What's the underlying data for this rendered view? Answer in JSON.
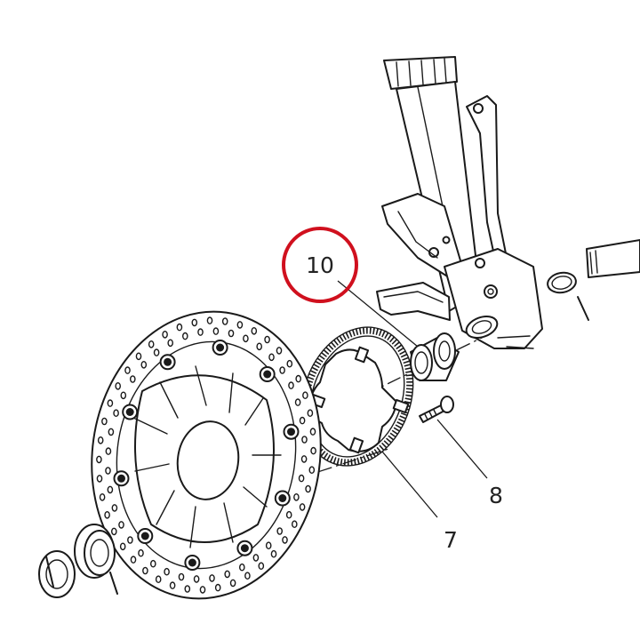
{
  "callouts": {
    "c10": "10",
    "c8": "8",
    "c7": "7"
  },
  "highlight": {
    "target": "10",
    "color": "#d0101e"
  },
  "colors": {
    "line": "#1a1a1a",
    "background": "#ffffff"
  }
}
